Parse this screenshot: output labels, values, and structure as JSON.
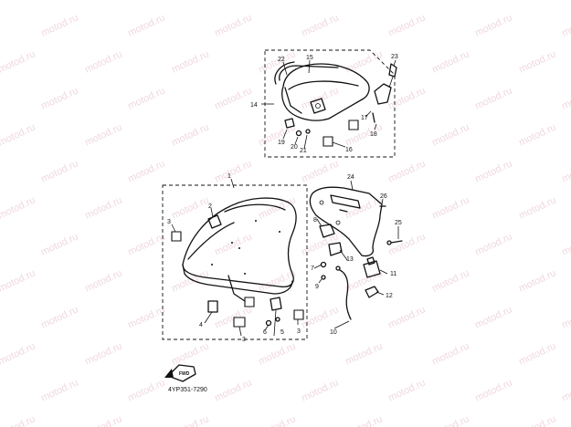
{
  "watermark": {
    "text": "motod.ru",
    "color": "#e3b8c4"
  },
  "diagram_code": "4YP351-7290",
  "front_arrow_label": "FWD",
  "callouts": {
    "c1": "1",
    "c2": "2",
    "c3a": "3",
    "c3b": "3",
    "c3c": "3",
    "c4": "4",
    "c5": "5",
    "c6": "6",
    "c7": "7",
    "c8": "8",
    "c9": "9",
    "c10": "10",
    "c11": "11",
    "c12": "12",
    "c13": "13",
    "c14": "14",
    "c15": "15",
    "c16": "16",
    "c17": "17",
    "c18": "18",
    "c19": "19",
    "c20": "20",
    "c21": "21",
    "c22": "22",
    "c23": "23",
    "c24": "24",
    "c25": "25",
    "c26": "26"
  }
}
